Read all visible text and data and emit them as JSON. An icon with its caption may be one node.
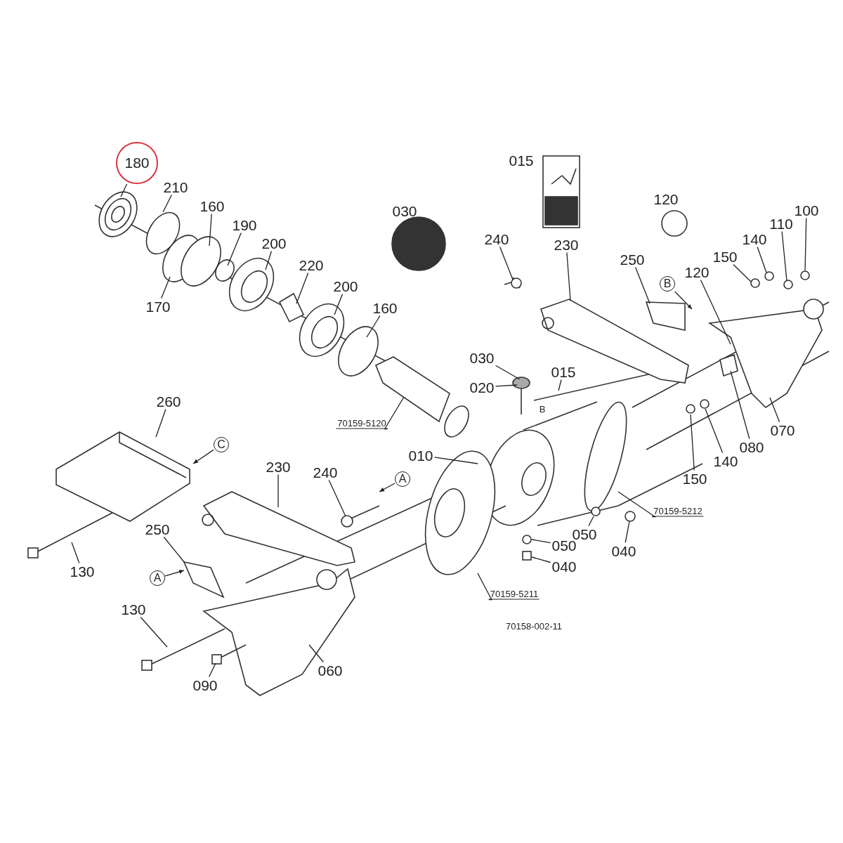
{
  "diagram": {
    "nodes": [
      {
        "text": [
          "180"
        ]
      },
      {
        "text": [
          "210"
        ]
      },
      {
        "text": [
          "160"
        ]
      },
      {
        "text": [
          "190"
        ]
      },
      {
        "text": [
          "200"
        ]
      },
      {
        "text": [
          "220"
        ]
      },
      {
        "text": [
          "200"
        ]
      },
      {
        "text": [
          "160"
        ]
      },
      {
        "text": [
          "170"
        ]
      },
      {
        "text": [
          "240"
        ]
      },
      {
        "text": [
          "230"
        ]
      },
      {
        "text": [
          "250"
        ]
      },
      {
        "text": [
          "120"
        ]
      },
      {
        "text": [
          "150"
        ]
      },
      {
        "text": [
          "140"
        ]
      },
      {
        "text": [
          "110"
        ]
      },
      {
        "text": [
          "100"
        ]
      },
      {
        "text": [
          "030"
        ]
      },
      {
        "text": [
          "020"
        ]
      },
      {
        "text": [
          "015"
        ]
      },
      {
        "text": [
          "70159-5120"
        ]
      },
      {
        "text": [
          "260"
        ]
      },
      {
        "text": [
          "010"
        ]
      },
      {
        "text": [
          "230"
        ]
      },
      {
        "text": [
          "240"
        ]
      },
      {
        "text": [
          "250"
        ]
      },
      {
        "text": [
          "130"
        ]
      },
      {
        "text": [
          "130"
        ]
      },
      {
        "text": [
          "090"
        ]
      },
      {
        "text": [
          "060"
        ]
      },
      {
        "text": [
          "070"
        ]
      },
      {
        "text": [
          "080"
        ]
      },
      {
        "text": [
          "140"
        ]
      },
      {
        "text": [
          "150"
        ]
      },
      {
        "text": [
          "050"
        ]
      },
      {
        "text": [
          "050"
        ]
      },
      {
        "text": [
          "040"
        ]
      },
      {
        "text": [
          "040"
        ]
      },
      {
        "text": [
          "70159-5212"
        ]
      },
      {
        "text": [
          "70159-5211"
        ]
      },
      {
        "text": [
          "C"
        ]
      },
      {
        "text": [
          "B"
        ]
      },
      {
        "text": [
          "A"
        ]
      },
      {
        "text": [
          "A"
        ]
      }
    ],
    "edges": [
      {
        "from": 0,
        "to": null,
        "arrow": "none"
      },
      {
        "from": 1,
        "to": null,
        "arrow": "none"
      },
      {
        "from": 2,
        "to": null,
        "arrow": "none"
      },
      {
        "from": 3,
        "to": null,
        "arrow": "none"
      },
      {
        "from": 4,
        "to": null,
        "arrow": "none"
      },
      {
        "from": 5,
        "to": null,
        "arrow": "none"
      },
      {
        "from": 6,
        "to": null,
        "arrow": "none"
      },
      {
        "from": 7,
        "to": null,
        "arrow": "none"
      },
      {
        "from": 8,
        "to": null,
        "arrow": "none"
      },
      {
        "from": 9,
        "to": null,
        "arrow": "none"
      },
      {
        "from": 10,
        "to": null,
        "arrow": "none"
      },
      {
        "from": 11,
        "to": null,
        "arrow": "none"
      },
      {
        "from": 12,
        "to": null,
        "arrow": "none"
      },
      {
        "from": 13,
        "to": null,
        "arrow": "none"
      },
      {
        "from": 14,
        "to": null,
        "arrow": "none"
      },
      {
        "from": 15,
        "to": null,
        "arrow": "none"
      },
      {
        "from": 16,
        "to": null,
        "arrow": "none"
      },
      {
        "from": 17,
        "to": null,
        "arrow": "none"
      },
      {
        "from": 18,
        "to": null,
        "arrow": "none"
      },
      {
        "from": 19,
        "to": null,
        "arrow": "none"
      },
      {
        "from": 20,
        "to": null,
        "arrow": "none"
      },
      {
        "from": 21,
        "to": null,
        "arrow": "none"
      },
      {
        "from": 22,
        "to": null,
        "arrow": "none"
      },
      {
        "from": 23,
        "to": null,
        "arrow": "none"
      },
      {
        "from": 24,
        "to": null,
        "arrow": "none"
      },
      {
        "from": 25,
        "to": null,
        "arrow": "none"
      },
      {
        "from": 26,
        "to": null,
        "arrow": "none"
      },
      {
        "from": 27,
        "to": null,
        "arrow": "none"
      },
      {
        "from": 28,
        "to": null,
        "arrow": "none"
      },
      {
        "from": 29,
        "to": null,
        "arrow": "none"
      },
      {
        "from": 30,
        "to": null,
        "arrow": "none"
      },
      {
        "from": 31,
        "to": null,
        "arrow": "none"
      },
      {
        "from": 32,
        "to": null,
        "arrow": "none"
      },
      {
        "from": 33,
        "to": null,
        "arrow": "none"
      },
      {
        "from": 34,
        "to": null,
        "arrow": "none"
      },
      {
        "from": 35,
        "to": null,
        "arrow": "none"
      },
      {
        "from": 36,
        "to": null,
        "arrow": "none"
      },
      {
        "from": 37,
        "to": null,
        "arrow": "none"
      },
      {
        "from": 38,
        "to": null,
        "arrow": "none"
      },
      {
        "from": 39,
        "to": null,
        "arrow": "none"
      },
      {
        "from": 40,
        "to": null,
        "arrow": "to"
      },
      {
        "from": 41,
        "to": null,
        "arrow": "to"
      },
      {
        "from": 42,
        "to": null,
        "arrow": "to"
      },
      {
        "from": 43,
        "to": null,
        "arrow": "to"
      }
    ],
    "labels": [
      "015",
      "030",
      "120",
      "B",
      "70158-002-11"
    ]
  }
}
